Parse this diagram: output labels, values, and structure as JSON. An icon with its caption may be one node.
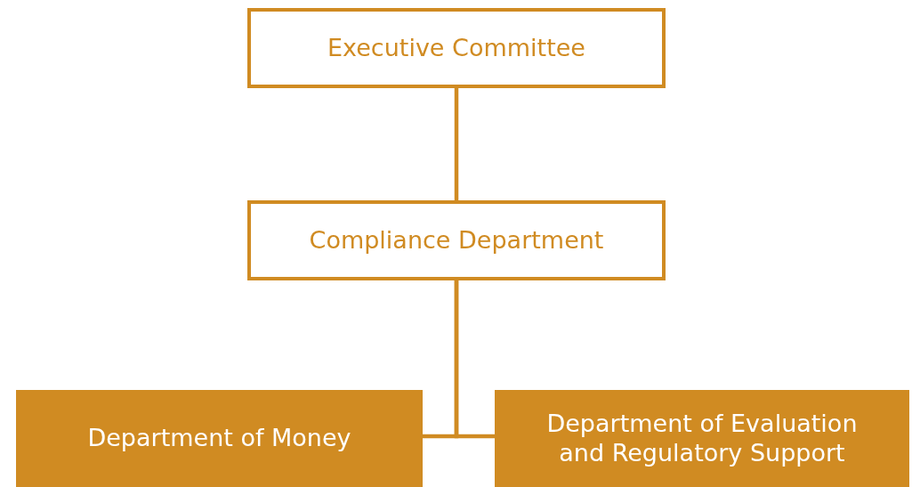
{
  "diagram": {
    "nodes": [
      {
        "text": [
          "Executive Committee"
        ]
      },
      {
        "text": [
          "Compliance Department"
        ]
      },
      {
        "text": [
          "Department of Money"
        ]
      },
      {
        "text": [
          "Department of Evaluation and Regulatory Support"
        ]
      }
    ],
    "edges": [
      {
        "from": 0,
        "to": 1,
        "arrow": "none"
      },
      {
        "from": 1,
        "to": 2,
        "arrow": "none"
      },
      {
        "from": 1,
        "to": 3,
        "arrow": "none"
      }
    ]
  }
}
